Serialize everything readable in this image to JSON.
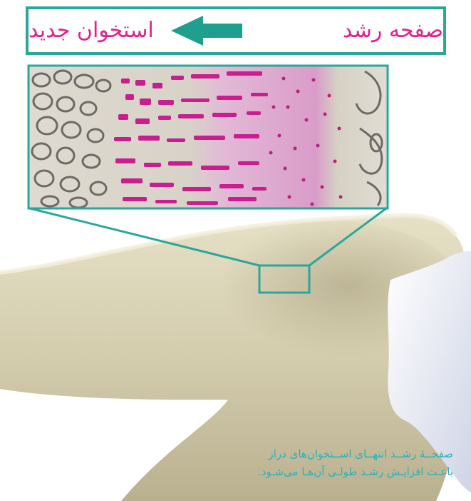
{
  "labels": {
    "growth_plate": "صفحه رشد",
    "new_bone": "استخوان جدید"
  },
  "caption": {
    "line1": "صفحــهٔ رشــد انتهــای اســتخوان‌های دراز",
    "line2": "باعـث افزایـش رشـد طولـی آن‌هـا می‌شـود."
  },
  "colors": {
    "frame": "#2aa79b",
    "arrow": "#1f9f8e",
    "label_text": "#e0218a",
    "caption_text": "#2db0b8",
    "bone": "#d9d3b6",
    "cartilage": "#eef0f6",
    "cell_stain": "#c81e8e"
  },
  "icons": {
    "arrow": "left-arrow-icon"
  }
}
